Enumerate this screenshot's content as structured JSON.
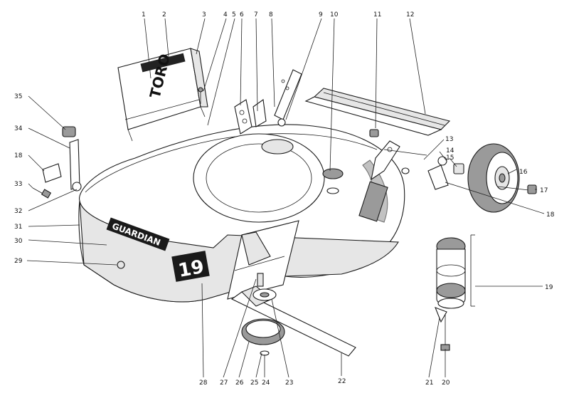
{
  "brand_label": "GUARDIAN",
  "size_label": "19",
  "logo_label": "TORO",
  "callouts": [
    {
      "id": "c1",
      "label": "1"
    },
    {
      "id": "c2",
      "label": "2"
    },
    {
      "id": "c3",
      "label": "3"
    },
    {
      "id": "c4",
      "label": "4"
    },
    {
      "id": "c5",
      "label": "5"
    },
    {
      "id": "c6",
      "label": "6"
    },
    {
      "id": "c7",
      "label": "7"
    },
    {
      "id": "c8",
      "label": "8"
    },
    {
      "id": "c9",
      "label": "9"
    },
    {
      "id": "c10",
      "label": "10"
    },
    {
      "id": "c11",
      "label": "11"
    },
    {
      "id": "c12",
      "label": "12"
    },
    {
      "id": "c13",
      "label": "13"
    },
    {
      "id": "c14",
      "label": "14"
    },
    {
      "id": "c15",
      "label": "15"
    },
    {
      "id": "c16",
      "label": "16"
    },
    {
      "id": "c17",
      "label": "17"
    },
    {
      "id": "c18a",
      "label": "18"
    },
    {
      "id": "c19",
      "label": "19"
    },
    {
      "id": "c20",
      "label": "20"
    },
    {
      "id": "c21",
      "label": "21"
    },
    {
      "id": "c22",
      "label": "22"
    },
    {
      "id": "c23",
      "label": "23"
    },
    {
      "id": "c24",
      "label": "24"
    },
    {
      "id": "c25",
      "label": "25"
    },
    {
      "id": "c26",
      "label": "26"
    },
    {
      "id": "c27",
      "label": "27"
    },
    {
      "id": "c28",
      "label": "28"
    },
    {
      "id": "c29",
      "label": "29"
    },
    {
      "id": "c30",
      "label": "30"
    },
    {
      "id": "c31",
      "label": "31"
    },
    {
      "id": "c32",
      "label": "32"
    },
    {
      "id": "c33",
      "label": "33"
    },
    {
      "id": "c34",
      "label": "34"
    },
    {
      "id": "c35",
      "label": "35"
    },
    {
      "id": "c18b",
      "label": "18"
    }
  ]
}
